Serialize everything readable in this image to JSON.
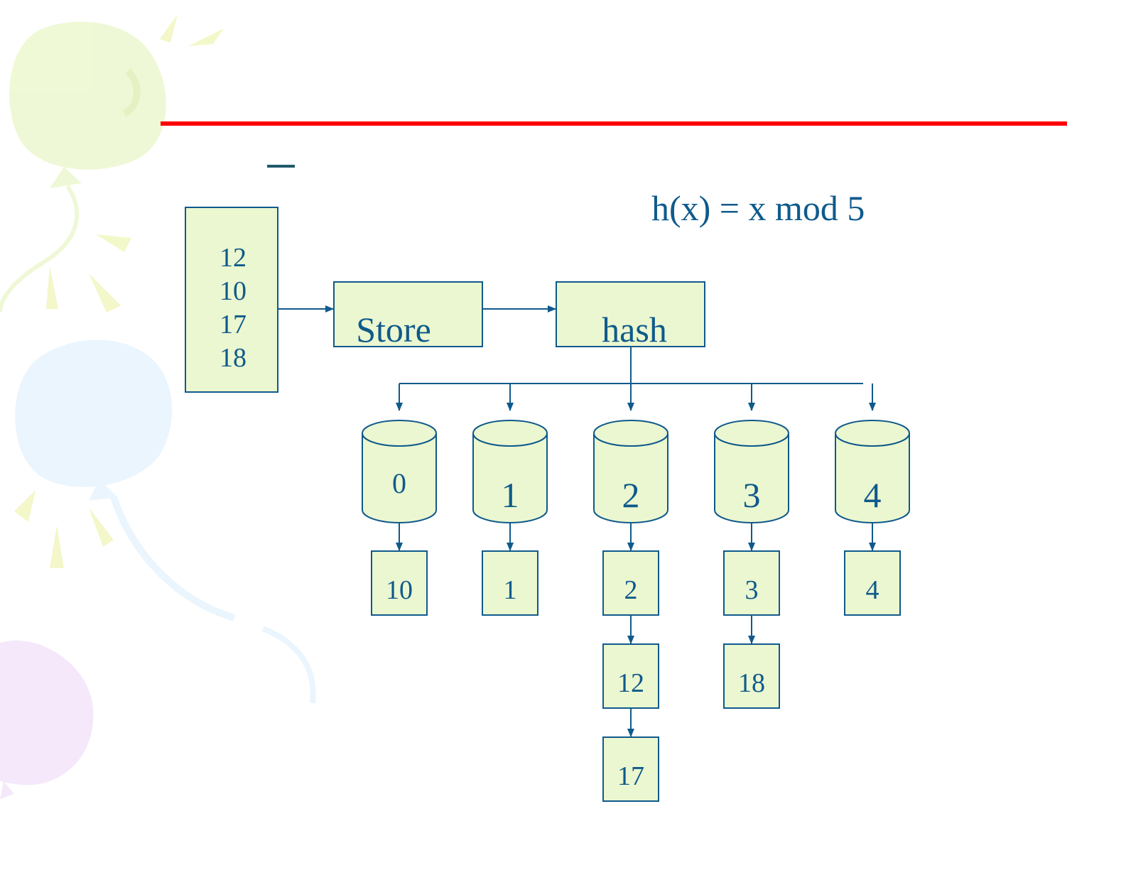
{
  "formula": "h(x) = x mod 5",
  "input_values": [
    "12",
    "10",
    "17",
    "18"
  ],
  "store_label": "Store",
  "hash_label": "hash",
  "buckets": [
    {
      "label": "0",
      "chain": [
        "10"
      ]
    },
    {
      "label": "1",
      "chain": [
        "1"
      ]
    },
    {
      "label": "2",
      "chain": [
        "2",
        "12",
        "17"
      ]
    },
    {
      "label": "3",
      "chain": [
        "3",
        "18"
      ]
    },
    {
      "label": "4",
      "chain": [
        "4"
      ]
    }
  ],
  "colors": {
    "accent_rule": "#ff0000",
    "stroke": "#0f5a8c",
    "fill": "#ebf7d0",
    "text": "#0f5a8c"
  },
  "decorations": [
    "balloon-yellow",
    "balloon-blue",
    "balloon-purple",
    "sun-rays"
  ]
}
